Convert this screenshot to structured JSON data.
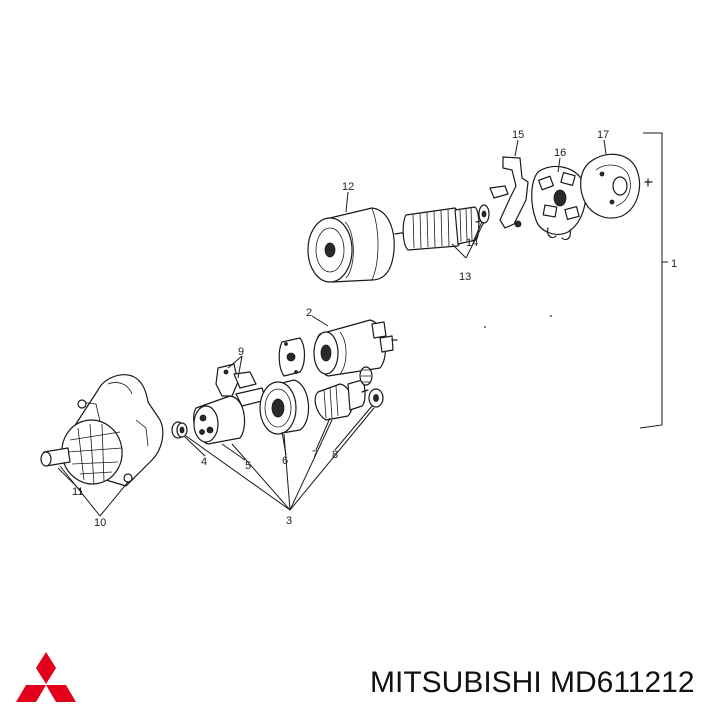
{
  "callouts": {
    "c1": "1",
    "c2": "2",
    "c3": "3",
    "c4": "4",
    "c5": "5",
    "c6": "6",
    "c7": "7",
    "c8": "8",
    "c9": "9",
    "c10": "10",
    "c11": "11",
    "c12": "12",
    "c13": "13",
    "c14": "14",
    "c15": "15",
    "c16": "16",
    "c17": "17"
  },
  "footer": {
    "brand_part": "MITSUBISHI MD611212"
  },
  "colors": {
    "logo": "#e3001b",
    "line": "#1a1a1a"
  },
  "logo_icon": "mitsubishi-three-diamonds-logo"
}
